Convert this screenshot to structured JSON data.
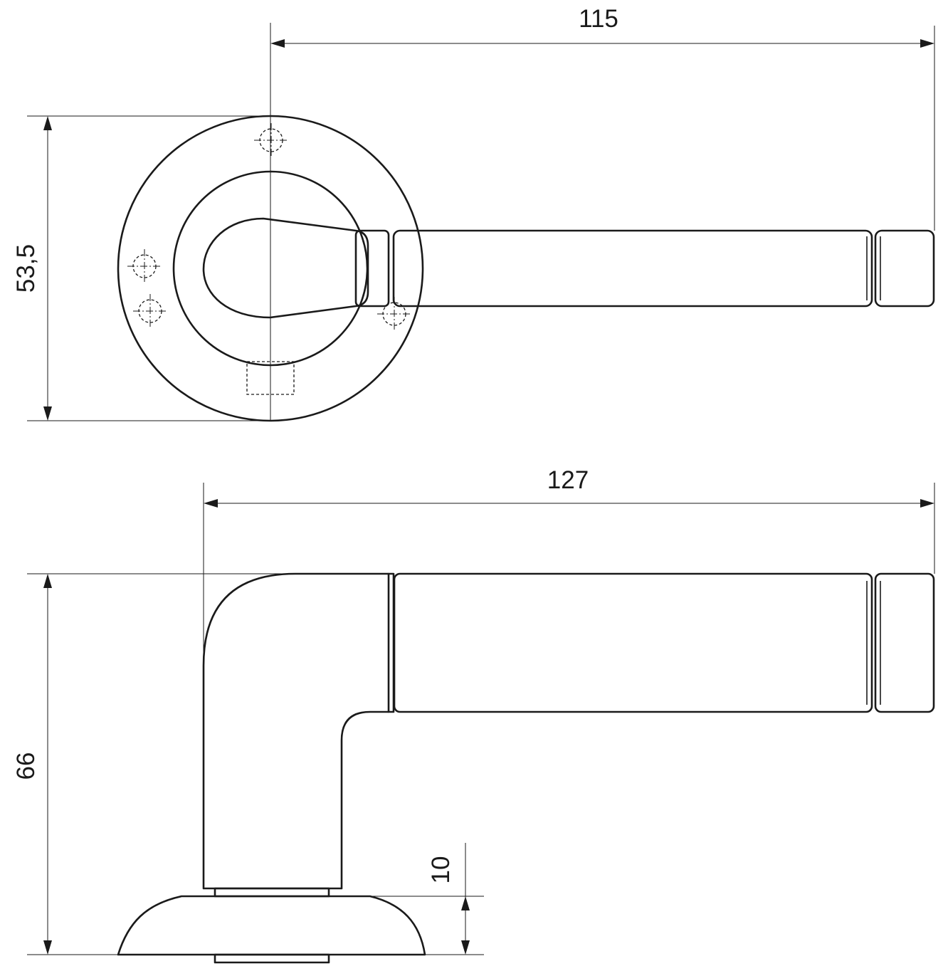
{
  "front_view": {
    "width_dimension": "115",
    "height_dimension": "53,5"
  },
  "side_view": {
    "length_dimension": "127",
    "height_dimension": "66",
    "rosette_thickness_dimension": "10"
  },
  "colors": {
    "line": "#1a1a1a",
    "background": "#ffffff"
  }
}
